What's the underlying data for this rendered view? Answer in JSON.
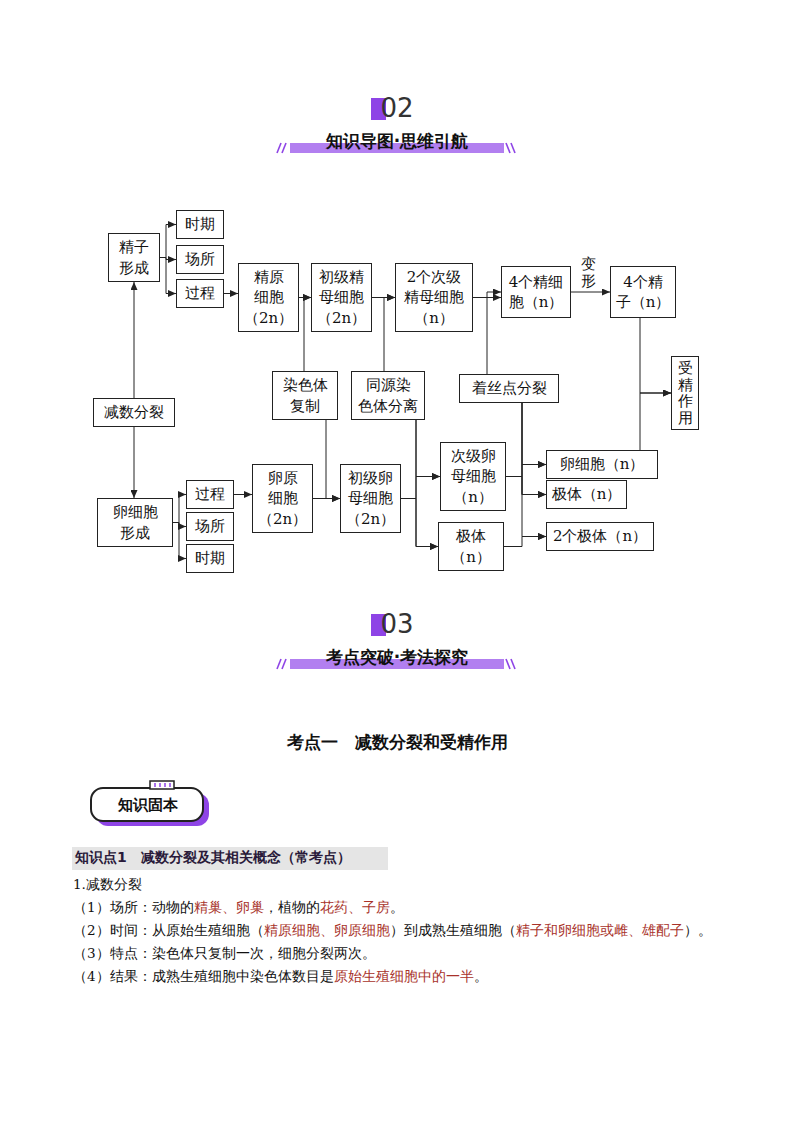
{
  "diagram": {
    "nodes": [
      {
        "text": [
          "精子 形成"
        ]
      },
      {
        "text": [
          "时期"
        ]
      },
      {
        "text": [
          "场所"
        ]
      },
      {
        "text": [
          "过程"
        ]
      },
      {
        "text": [
          "精原 细胞 （2n）"
        ]
      },
      {
        "text": [
          "初级精 母细胞 （2n）"
        ]
      },
      {
        "text": [
          "2个次级 精母细胞 （n）"
        ]
      },
      {
        "text": [
          "4个精细 胞（n）"
        ]
      },
      {
        "text": [
          "4个精 子（n）"
        ]
      },
      {
        "text": [
          "染色体 复制"
        ]
      },
      {
        "text": [
          "同源染 色体分离"
        ]
      },
      {
        "text": [
          "着丝点分裂"
        ]
      },
      {
        "text": [
          "减数分裂"
        ]
      },
      {
        "text": [
          "受精作用"
        ]
      },
      {
        "text": [
          "卵原 细胞 （2n）"
        ]
      },
      {
        "text": [
          "初级卵 母细胞 （2n）"
        ]
      },
      {
        "text": [
          "次级卵 母细胞 （n）"
        ]
      },
      {
        "text": [
          "卵细胞（n）"
        ]
      },
      {
        "text": [
          "极体（n）"
        ]
      },
      {
        "text": [
          "卵细胞 形成"
        ]
      },
      {
        "text": [
          "过程"
        ]
      },
      {
        "text": [
          "场所"
        ]
      },
      {
        "text": [
          "时期"
        ]
      },
      {
        "text": [
          "极体 （n）"
        ]
      },
      {
        "text": [
          "2个极体（n）"
        ]
      }
    ],
    "edges": [
      {
        "from": 0,
        "to": 1,
        "arrow": "to"
      },
      {
        "from": 0,
        "to": 2,
        "arrow": "to"
      },
      {
        "from": 0,
        "to": 3,
        "arrow": "to"
      },
      {
        "from": 12,
        "to": 0,
        "arrow": "to"
      },
      {
        "from": 12,
        "to": 19,
        "arrow": "to"
      },
      {
        "from": 3,
        "to": 4,
        "arrow": "to"
      },
      {
        "from": 4,
        "to": 5,
        "arrow": "to"
      },
      {
        "from": 9,
        "to": 5,
        "arrow": "to"
      },
      {
        "from": 5,
        "to": 6,
        "arrow": "to"
      },
      {
        "from": 10,
        "to": 6,
        "arrow": "to"
      },
      {
        "from": 6,
        "to": 7,
        "arrow": "to"
      },
      {
        "from": 11,
        "to": 7,
        "arrow": "to"
      },
      {
        "from": 7,
        "to": 8,
        "label": "变形",
        "arrow": "to"
      },
      {
        "from": 8,
        "to": 13,
        "arrow": "to"
      },
      {
        "from": 17,
        "to": 13,
        "arrow": "to"
      },
      {
        "from": 19,
        "to": 20,
        "arrow": "to"
      },
      {
        "from": 19,
        "to": 21,
        "arrow": "to"
      },
      {
        "from": 19,
        "to": 22,
        "arrow": "to"
      },
      {
        "from": 20,
        "to": 14,
        "arrow": "to"
      },
      {
        "from": 14,
        "to": 15,
        "arrow": "to"
      },
      {
        "from": 9,
        "to": 15,
        "arrow": "to"
      },
      {
        "from": 15,
        "to": 16,
        "arrow": "to"
      },
      {
        "from": 15,
        "to": 23,
        "arrow": "to"
      },
      {
        "from": 10,
        "to": 16,
        "arrow": "to"
      },
      {
        "from": 10,
        "to": 23,
        "arrow": "to"
      },
      {
        "from": 16,
        "to": 17,
        "arrow": "to"
      },
      {
        "from": 16,
        "to": 18,
        "arrow": "to"
      },
      {
        "from": 11,
        "to": 17,
        "arrow": "to"
      },
      {
        "from": 11,
        "to": 18,
        "arrow": "to"
      },
      {
        "from": 11,
        "to": 24,
        "arrow": "to"
      },
      {
        "from": 23,
        "to": 24,
        "arrow": "to"
      }
    ],
    "labels": [
      "02",
      "知识导图·思维引航",
      "03",
      "考点突破·考法探究",
      "考点一　减数分裂和受精作用",
      "知识固本",
      "知识点1　减数分裂及其相关概念（常考点）",
      "1.减数分裂",
      "（1）场所：动物的",
      "精巢、卵巢",
      "，植物的",
      "花药、子房",
      "。",
      "（2）时间：从原始生殖细胞（",
      "精原细胞、卵原细胞",
      "）到成熟生殖细胞（",
      "精子和卵细胞或雌、雄配子",
      "）。",
      "（3）特点：染色体只复制一次，细胞分裂两次。",
      "（4）结果：成熟生殖细胞中染色体数目是",
      "原始生殖细胞中的一半",
      "。"
    ]
  }
}
